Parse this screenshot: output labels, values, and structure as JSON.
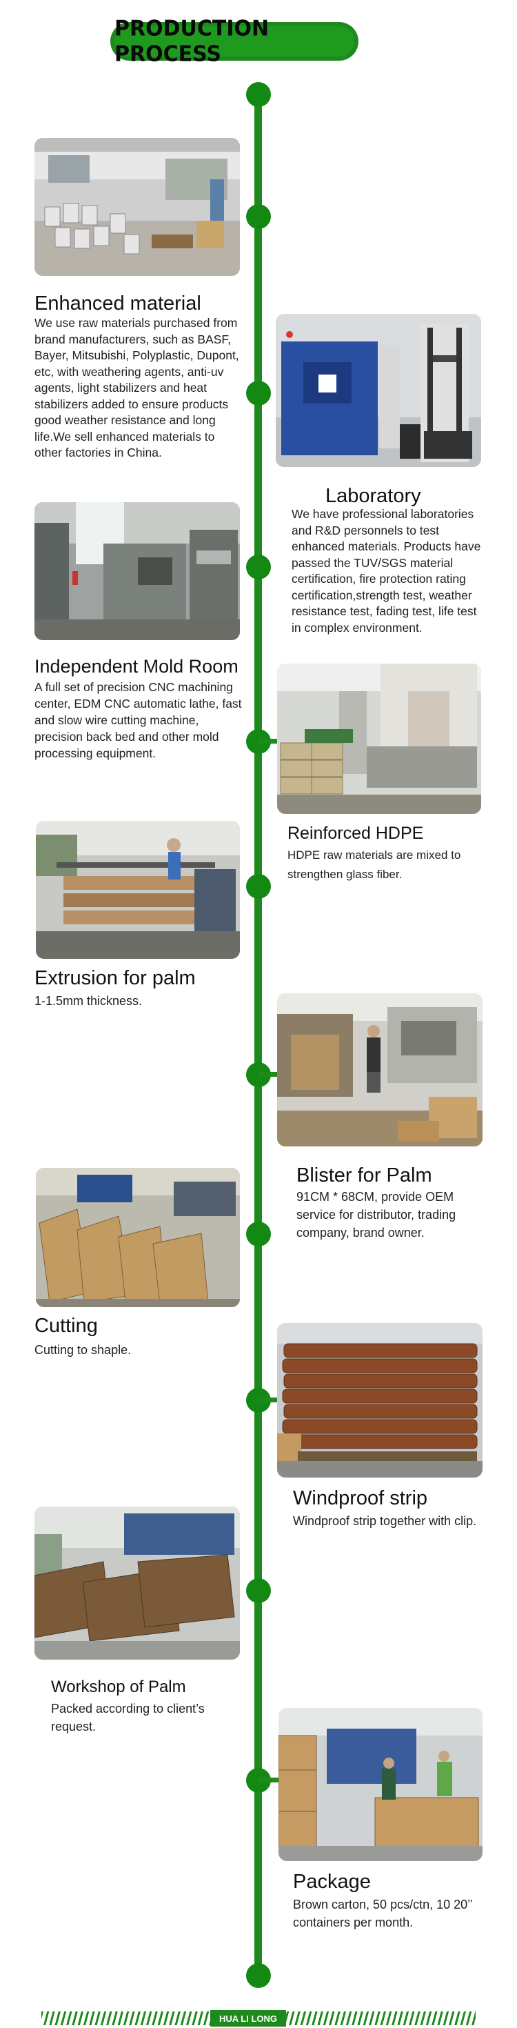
{
  "header": {
    "title": "PRODUCTION PROCESS"
  },
  "steps": [
    {
      "title": "Enhanced material",
      "text": "We use raw materials purchased from brand manufacturers, such as BASF, Bayer, Mitsubishi, Polyplastic, Dupont, etc, with weathering agents, anti-uv agents, light stabilizers and heat stabilizers added to ensure products good weather resistance and long life.We sell enhanced materials to other factories in China."
    },
    {
      "title": "Laboratory",
      "text": "We have professional laboratories and R&D personnels to test enhanced materials. Products have passed the TUV/SGS material certification, fire protection rating certification,strength test, weather resistance test, fading test, life test in complex environment."
    },
    {
      "title": "Independent Mold Room",
      "text": "A full set of precision CNC machining center, EDM CNC automatic lathe, fast and slow wire cutting machine, precision back bed and other mold processing equipment."
    },
    {
      "title": "Reinforced HDPE",
      "text": "HDPE raw materials are mixed to strengthen glass fiber."
    },
    {
      "title": "Extrusion for palm",
      "text": "1-1.5mm thickness."
    },
    {
      "title": "Blister for Palm",
      "text": "91CM * 68CM, provide OEM service for distributor, trading company, brand owner."
    },
    {
      "title": "Cutting",
      "text": "Cutting to shaple."
    },
    {
      "title": "Windproof strip",
      "text": "Windproof strip together with clip."
    },
    {
      "title": "Workshop of Palm",
      "text": "Packed according to client’s request."
    },
    {
      "title": "Package",
      "text": "Brown carton, 50 pcs/ctn,  10 20’’ containers per month."
    }
  ],
  "footer": {
    "brand": "HUA LI LONG"
  },
  "colors": {
    "accent": "#1e8a1e",
    "text": "#222222",
    "background": "#ffffff"
  }
}
